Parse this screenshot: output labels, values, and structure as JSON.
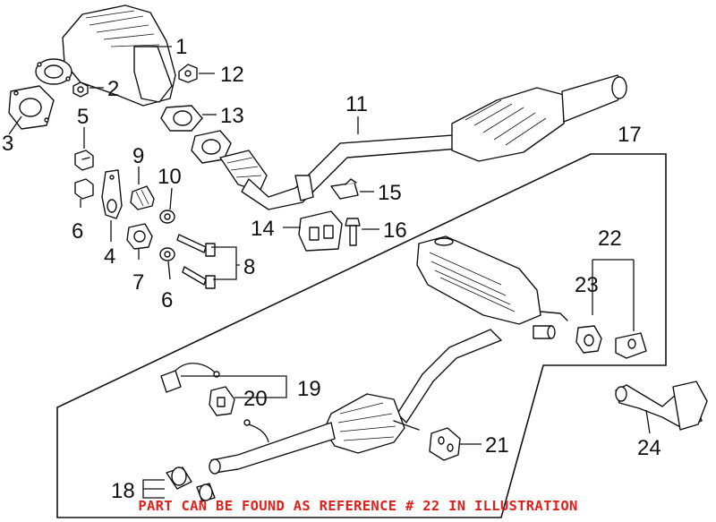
{
  "callouts": {
    "c1": "1",
    "c2": "2",
    "c3": "3",
    "c4": "4",
    "c5": "5",
    "c6a": "6",
    "c6b": "6",
    "c7": "7",
    "c8": "8",
    "c9": "9",
    "c10": "10",
    "c11": "11",
    "c12": "12",
    "c13": "13",
    "c14": "14",
    "c15": "15",
    "c16": "16",
    "c17": "17",
    "c18": "18",
    "c19": "19",
    "c20": "20",
    "c21": "21",
    "c22": "22",
    "c23": "23",
    "c24": "24"
  },
  "footer": {
    "note": "PART CAN BE FOUND AS REFERENCE # 22 IN ILLUSTRATION",
    "color": "#e0201b"
  }
}
